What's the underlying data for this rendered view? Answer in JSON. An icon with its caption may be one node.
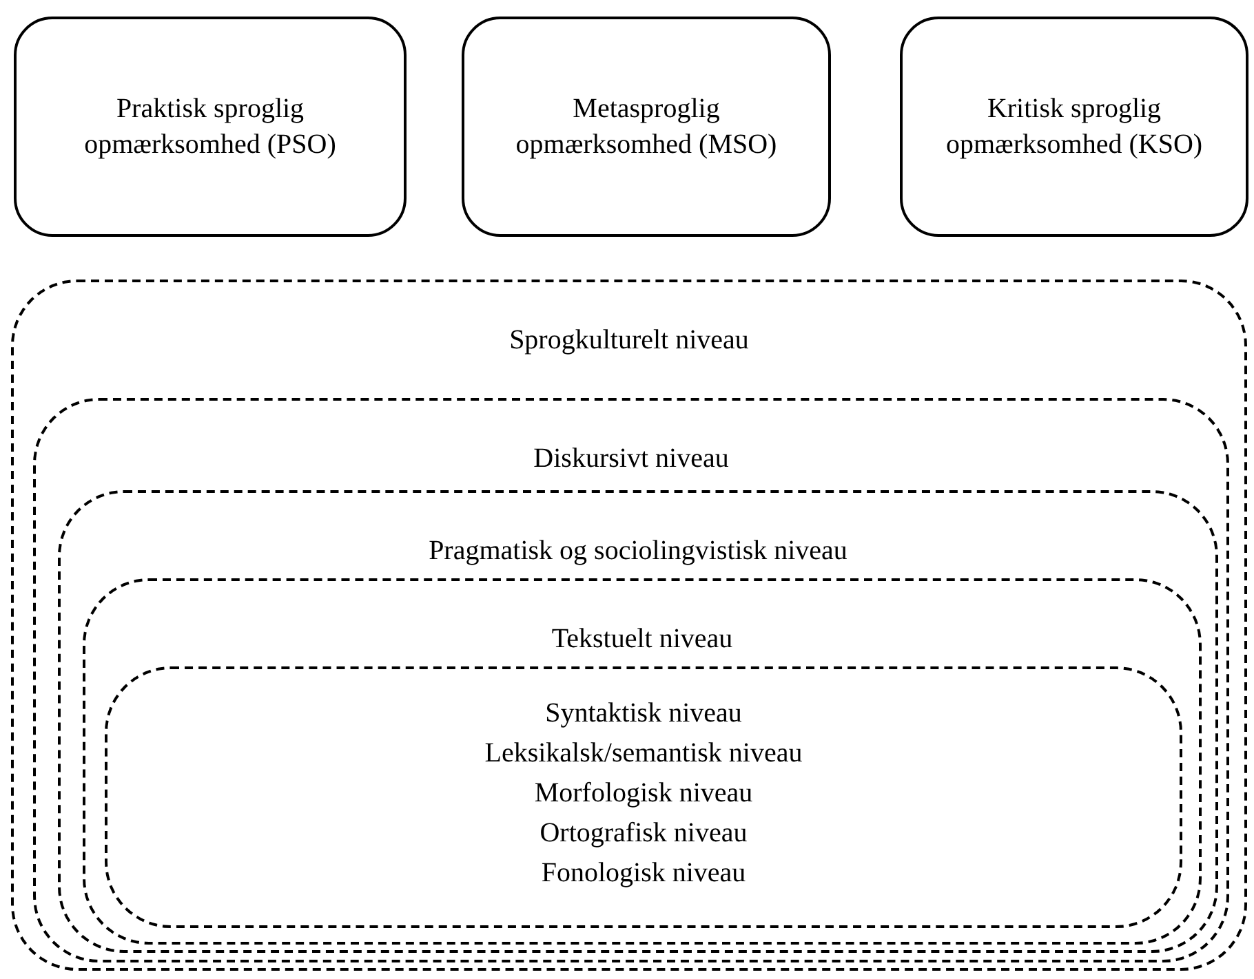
{
  "diagram": {
    "nodes": [
      {
        "text": [
          "Praktisk sproglig opmærksomhed (PSO)"
        ]
      },
      {
        "text": [
          "Metasproglig opmærksomhed (MSO)"
        ]
      },
      {
        "text": [
          "Kritisk sproglig opmærksomhed (KSO)"
        ]
      },
      {
        "text": [
          "Sprogkulturelt niveau"
        ]
      },
      {
        "text": [
          "Diskursivt niveau"
        ],
        "in": 3
      },
      {
        "text": [
          "Pragmatisk og sociolingvistisk niveau"
        ],
        "in": 4
      },
      {
        "text": [
          "Tekstuelt niveau"
        ],
        "in": 5
      },
      {
        "text": [
          "Syntaktisk niveau",
          "Leksikalsk/semantisk niveau",
          "Morfologisk niveau",
          "Ortografisk niveau",
          "Fonologisk niveau"
        ],
        "in": 6
      }
    ]
  }
}
